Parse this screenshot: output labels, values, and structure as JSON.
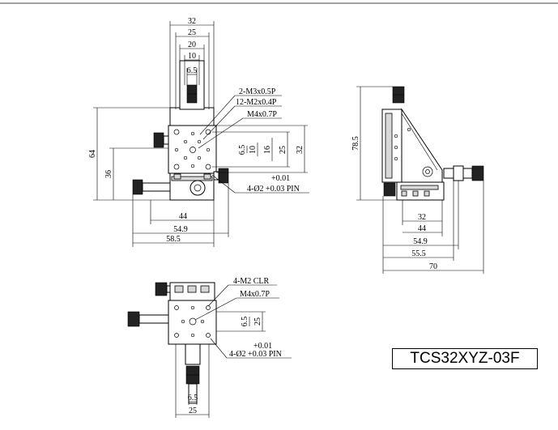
{
  "model_number": "TCS32XYZ-03F",
  "front_view": {
    "top_dims": [
      "32",
      "25",
      "20",
      "10",
      "6.5"
    ],
    "left_dims": [
      "64",
      "36"
    ],
    "right_dims": [
      "6.5",
      "10",
      "16",
      "25",
      "32"
    ],
    "bottom_dims": [
      "44",
      "54.9",
      "58.5"
    ],
    "callouts": [
      "2-M3x0.5P",
      "12-M2x0.4P",
      "M4x0.7P"
    ],
    "pin_note": {
      "tolerance": "+0.01",
      "text": "4-Ø2 +0.03 PIN"
    }
  },
  "side_view": {
    "height_dim": "78.5",
    "bottom_dims": [
      "32",
      "44",
      "54.9",
      "55.5",
      "70"
    ]
  },
  "bottom_view": {
    "callouts": [
      "4-M2 CLR",
      "M4x0.7P"
    ],
    "right_dims": [
      "6.5",
      "25"
    ],
    "pin_note": {
      "tolerance": "+0.01",
      "text": "4-Ø2 +0.03 PIN"
    },
    "bottom_dims": [
      "6.5",
      "25"
    ]
  }
}
